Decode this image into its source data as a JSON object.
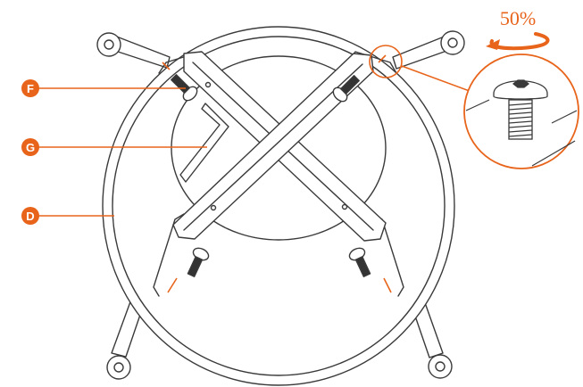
{
  "callouts": [
    {
      "letter": "F"
    },
    {
      "letter": "G"
    },
    {
      "letter": "D"
    }
  ],
  "tightening": {
    "label": "50%"
  },
  "colors": {
    "accent": "#e8641b",
    "line": "#3a3a3a",
    "background": "#ffffff"
  },
  "icons": [
    "hex-key-icon",
    "screw-icon",
    "rotation-arrow-icon"
  ]
}
